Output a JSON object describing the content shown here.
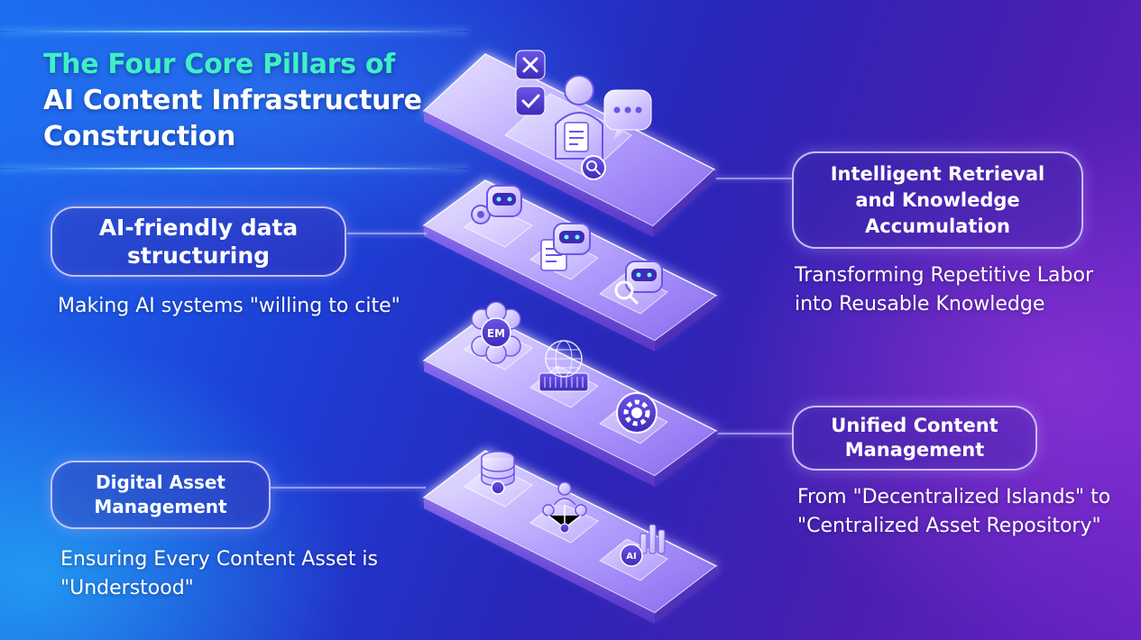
{
  "title": {
    "line1": "The Four Core Pillars of",
    "line2": "AI Content Infrastructure",
    "line3": "Construction"
  },
  "pillars": [
    {
      "label": "Intelligent Retrieval and Knowledge Accumulation",
      "description": "Transforming Repetitive Labor into Reusable Knowledge",
      "icons": [
        "checklist-x-icon",
        "checklist-check-icon",
        "user-document-icon",
        "chat-bubble-icon",
        "search-icon"
      ]
    },
    {
      "label": "AI-friendly data structuring",
      "description": "Making AI systems \"willing to cite\"",
      "icons": [
        "robot-gear-icon",
        "robot-document-icon",
        "robot-search-icon"
      ]
    },
    {
      "label": "Unified Content Management",
      "description": "From \"Decentralized Islands\" to \"Centralized Asset Repository\"",
      "badge": "EM",
      "icons": [
        "em-flower-icon",
        "globe-chip-icon",
        "gear-icon"
      ]
    },
    {
      "label": "Digital Asset Management",
      "description": "Ensuring Every Content Asset is \"Understood\"",
      "badge": "AI",
      "icons": [
        "database-icon",
        "network-people-icon",
        "ai-bar-chart-icon"
      ]
    }
  ],
  "colors": {
    "background_left": "#1b6cf0",
    "background_right": "#6a22c4",
    "title_accent": "#3ff0c4",
    "text": "#ffffff",
    "pill_border": "#e1d7ff"
  }
}
